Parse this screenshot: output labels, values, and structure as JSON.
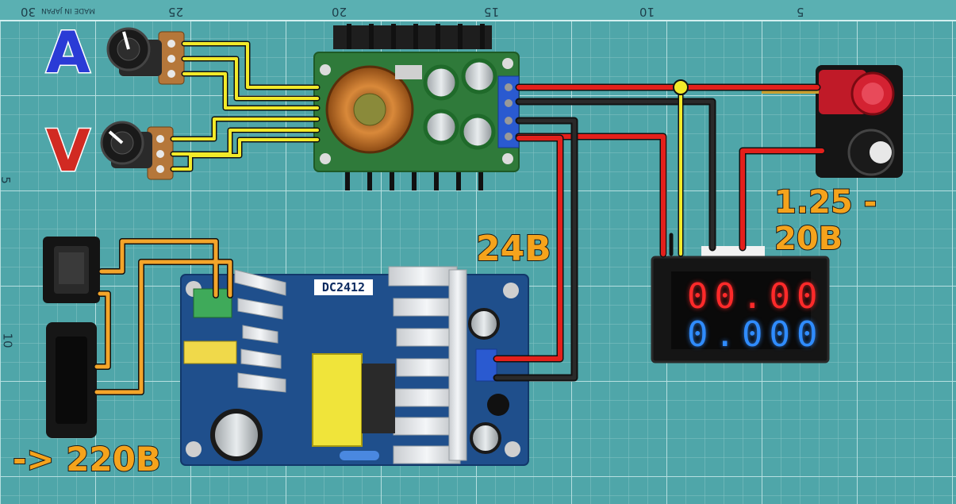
{
  "labels": {
    "current_knob": "A",
    "voltage_knob": "V",
    "output_range": "1.25 - 20B",
    "supply_voltage": "24B",
    "mains_input": "-> 220B"
  },
  "board": {
    "model": "DC2412"
  },
  "meter": {
    "voltage_reading": "00.00",
    "current_reading": "0.000"
  },
  "mat": {
    "ruler_marks": [
      "30",
      "25",
      "20",
      "15",
      "10",
      "5"
    ],
    "edge_marks": [
      "5",
      "10"
    ],
    "imprint": "MADE IN JAPAN"
  },
  "colors": {
    "mat": "#4fa6a9",
    "wire_red": "#e3201b",
    "wire_black": "#111111",
    "wire_yellow": "#f2ea2a",
    "wire_orange": "#f4a52a",
    "label_orange": "#f5a31c",
    "label_blue": "#2a3bd6",
    "label_red": "#d12a22"
  }
}
